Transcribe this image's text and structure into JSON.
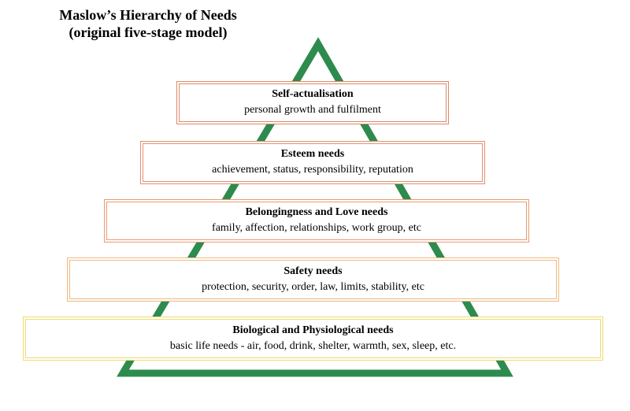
{
  "title": {
    "line1": "Maslow’s Hierarchy of Needs",
    "line2": "(original five-stage model)"
  },
  "colors": {
    "triangle": "#2e8b4e",
    "level1_border": "#e08868",
    "level2_border": "#e09070",
    "level3_border": "#ec9a70",
    "level4_border": "#f0b880",
    "level5_border": "#eedc70"
  },
  "levels": [
    {
      "title": "Self-actualisation",
      "description": "personal growth and fulfilment"
    },
    {
      "title": "Esteem needs",
      "description": "achievement, status, responsibility, reputation"
    },
    {
      "title": "Belongingness and Love needs",
      "description": "family, affection, relationships, work group, etc"
    },
    {
      "title": "Safety needs",
      "description": "protection, security, order, law, limits, stability, etc"
    },
    {
      "title": "Biological and Physiological needs",
      "description": "basic life needs - air, food, drink, shelter, warmth, sex, sleep, etc."
    }
  ]
}
